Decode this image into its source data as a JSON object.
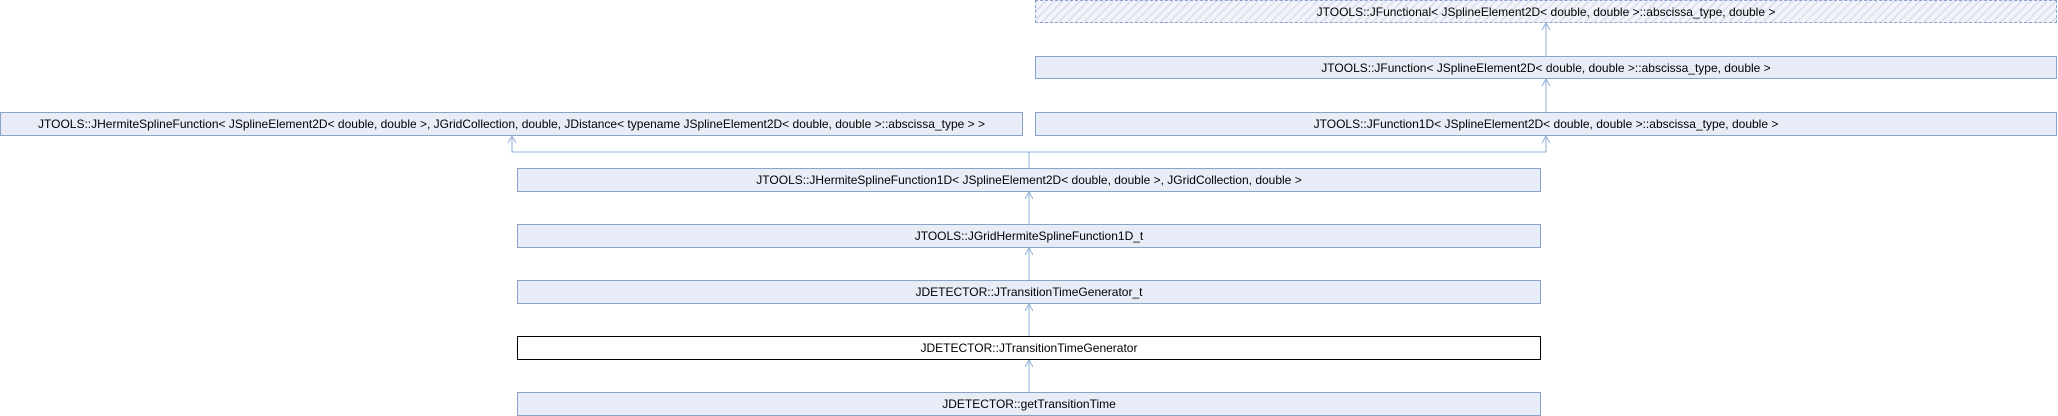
{
  "diagram": {
    "nodes": {
      "jfunctional": "JTOOLS::JFunctional< JSplineElement2D< double, double >::abscissa_type, double >",
      "jfunction": "JTOOLS::JFunction< JSplineElement2D< double, double >::abscissa_type, double >",
      "jhermite_spline_function": "JTOOLS::JHermiteSplineFunction< JSplineElement2D< double, double >, JGridCollection, double, JDistance< typename JSplineElement2D< double, double >::abscissa_type > >",
      "jfunction1d": "JTOOLS::JFunction1D< JSplineElement2D< double, double >::abscissa_type, double >",
      "jhermite_spline_function1d": "JTOOLS::JHermiteSplineFunction1D< JSplineElement2D< double, double >, JGridCollection, double >",
      "jgrid_hermite_spline_function1d_t": "JTOOLS::JGridHermiteSplineFunction1D_t",
      "jtransition_time_generator_t": "JDETECTOR::JTransitionTimeGenerator_t",
      "jtransition_time_generator": "JDETECTOR::JTransitionTimeGenerator",
      "get_transition_time": "JDETECTOR::getTransitionTime"
    },
    "colors": {
      "node_fill": "#e8ecf6",
      "node_border": "#8aa2cc",
      "edge": "#8fb0d6",
      "current_border": "#000000"
    }
  }
}
